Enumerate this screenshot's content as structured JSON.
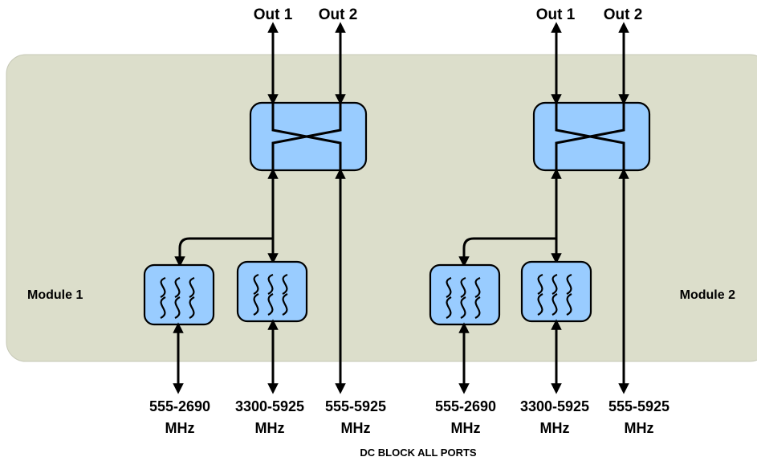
{
  "diagram": {
    "modules": [
      {
        "name": "Module 1",
        "outputs": [
          "Out 1",
          "Out 2"
        ],
        "inputs": [
          {
            "range": "555-2690",
            "unit": "MHz"
          },
          {
            "range": "3300-5925",
            "unit": "MHz"
          },
          {
            "range": "555-5925",
            "unit": "MHz"
          }
        ]
      },
      {
        "name": "Module 2",
        "outputs": [
          "Out 1",
          "Out 2"
        ],
        "inputs": [
          {
            "range": "555-2690",
            "unit": "MHz"
          },
          {
            "range": "3300-5925",
            "unit": "MHz"
          },
          {
            "range": "555-5925",
            "unit": "MHz"
          }
        ]
      }
    ],
    "footer": "DC BLOCK ALL PORTS"
  },
  "colors": {
    "panel": "#dcdecb",
    "block": "#99ccff",
    "line": "#000000"
  }
}
